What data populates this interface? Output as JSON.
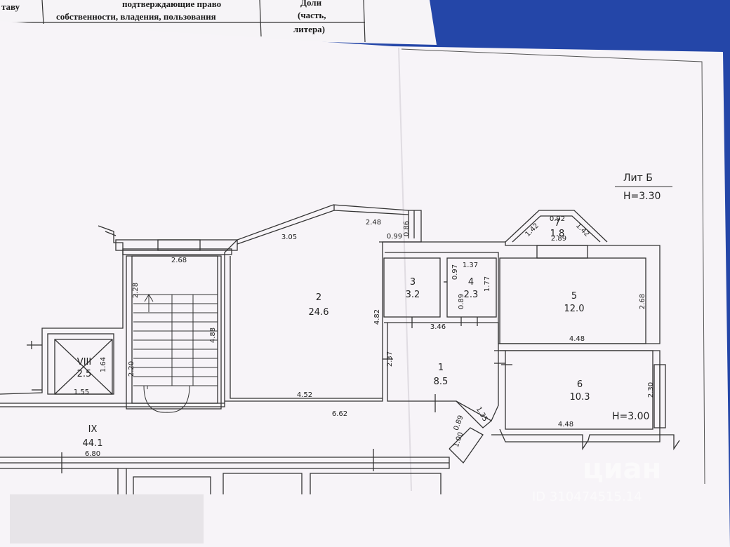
{
  "header_table": {
    "col1": "таву",
    "col2_line1": "подтверждающие право",
    "col2_line2": "собственности, владения, пользования",
    "col3_line1": "Доли",
    "col3_line2": "(часть,",
    "col3_line3": "литера)"
  },
  "plan": {
    "lit_label": "Лит Б",
    "height_main": "H=3.30",
    "height_room6": "H=3.00",
    "rooms": [
      {
        "num": "2",
        "area": "24.6"
      },
      {
        "num": "3",
        "area": "3.2"
      },
      {
        "num": "4",
        "area": "2.3"
      },
      {
        "num": "5",
        "area": "12.0"
      },
      {
        "num": "6",
        "area": "10.3"
      },
      {
        "num": "1",
        "area": "8.5"
      },
      {
        "num": "VIII",
        "area": "2.5"
      },
      {
        "num": "IX",
        "area": "44.1"
      },
      {
        "num": "7",
        "area": "1.8"
      }
    ],
    "dimensions": {
      "d268a": "2.68",
      "d228": "2.28",
      "d488": "4.88",
      "d220": "2.20",
      "d305": "3.05",
      "d248": "2.48",
      "d086": "0.86",
      "d099": "0.99",
      "d482": "4.82",
      "d452": "4.52",
      "d662": "6.62",
      "d680": "6.80",
      "d164": "1.64",
      "d155": "1.55",
      "d097": "0.97",
      "d137": "1.37",
      "d177": "1.77",
      "d089a": "0.89",
      "d346": "3.46",
      "d237": "2.37",
      "d142a": "1.42",
      "d142b": "1.42",
      "d092": "0.92",
      "d289": "2.89",
      "d268b": "2.68",
      "d448a": "4.48",
      "d448b": "4.48",
      "d230": "2.30",
      "d135": "1.35",
      "d089b": "0.89",
      "d100": "1.00"
    }
  },
  "watermark": {
    "brand": "циан",
    "id": "ID 310474515.14"
  }
}
